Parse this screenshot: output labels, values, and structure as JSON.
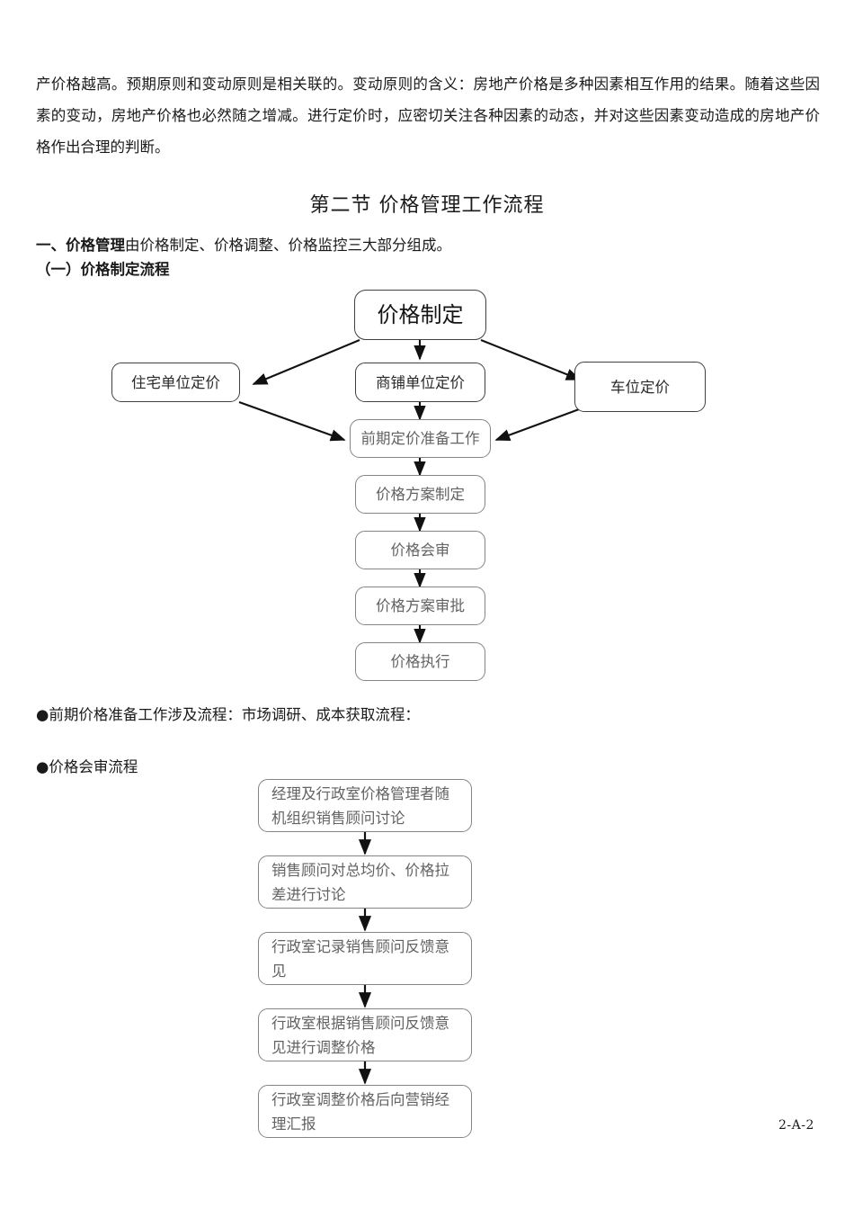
{
  "document": {
    "intro_paragraph": "产价格越高。预期原则和变动原则是相关联的。变动原则的含义：房地产价格是多种因素相互作用的结果。随着这些因素的变动，房地产价格也必然随之增减。进行定价时，应密切关注各种因素的动态，并对这些因素变动造成的房地产价格作出合理的判断。",
    "section_title": "第二节 价格管理工作流程",
    "list_item_1": {
      "prefix": "一、",
      "bold_term": "价格管理",
      "rest": "由价格制定、价格调整、价格监控三大部分组成。"
    },
    "list_item_2": "（一）价格制定流程",
    "bullet_1": "●前期价格准备工作涉及流程：市场调研、成本获取流程：",
    "bullet_2": "●价格会审流程",
    "page_mark": "2-A-2"
  },
  "flowchart_pricing": {
    "title": "价格制定流程",
    "nodes": {
      "root": "价格制定",
      "residential": "住宅单位定价",
      "shop": "商铺单位定价",
      "parking": "车位定价",
      "prep": "前期定价准备工作",
      "plan": "价格方案制定",
      "review": "价格会审",
      "approval": "价格方案审批",
      "execution": "价格执行"
    }
  },
  "flowchart_review": {
    "title": "价格会审流程",
    "steps": [
      "经理及行政室价格管理者随机组织销售顾问讨论",
      "销售顾问对总均价、价格拉差进行讨论",
      "行政室记录销售顾问反馈意见",
      "行政室根据销售顾问反馈意见进行调整价格",
      "行政室调整价格后向营销经理汇报"
    ]
  },
  "colors": {
    "page_background": "#ffffff",
    "text": "#1a1a1a",
    "box_border": "#3f3f3f",
    "box_border_gray": "#848484",
    "box_text_gray": "#636363",
    "connector": "#111111"
  }
}
